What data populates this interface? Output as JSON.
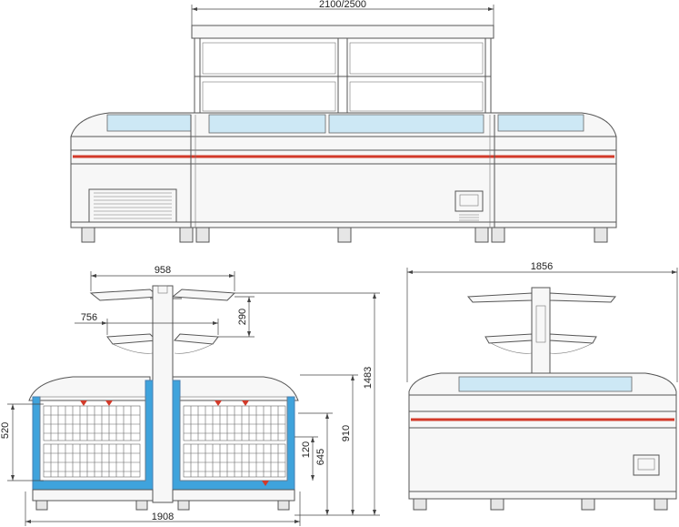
{
  "colors": {
    "stripe": "#d23a2a",
    "glass": "#cde8f5",
    "insulation": "#3fa3dc",
    "line": "#555555"
  },
  "dimensions": {
    "front_length": "2100/2500",
    "shelf_top_width": "958",
    "shelf_mid_width": "756",
    "shelf_spacing": "290",
    "basket_height": "520",
    "base_offset": "120",
    "tub_height": "645",
    "cabinet_height": "910",
    "total_height": "1483",
    "cross_depth": "1908",
    "end_width": "1856"
  }
}
